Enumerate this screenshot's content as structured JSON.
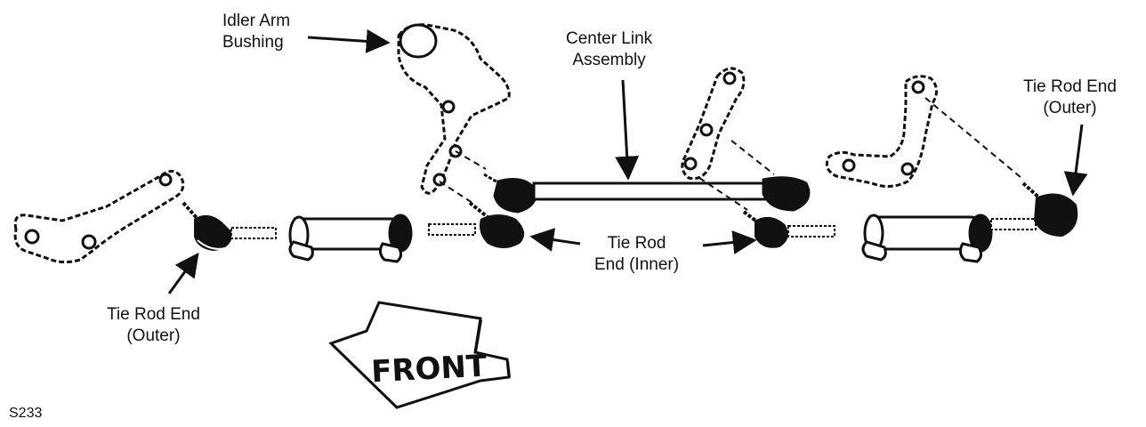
{
  "labels": {
    "idler_arm_bushing": [
      "Idler Arm",
      "Bushing"
    ],
    "center_link_assembly": [
      "Center Link",
      "Assembly"
    ],
    "tie_rod_end_outer_right": [
      "Tie Rod End",
      "(Outer)"
    ],
    "tie_rod_end_inner": [
      "Tie Rod",
      "End (Inner)"
    ],
    "tie_rod_end_outer_left": [
      "Tie Rod End",
      "(Outer)"
    ]
  },
  "front_arrow": "FRONT",
  "figure_code": "S233",
  "colors": {
    "ink": "#111111",
    "paper": "#ffffff"
  }
}
